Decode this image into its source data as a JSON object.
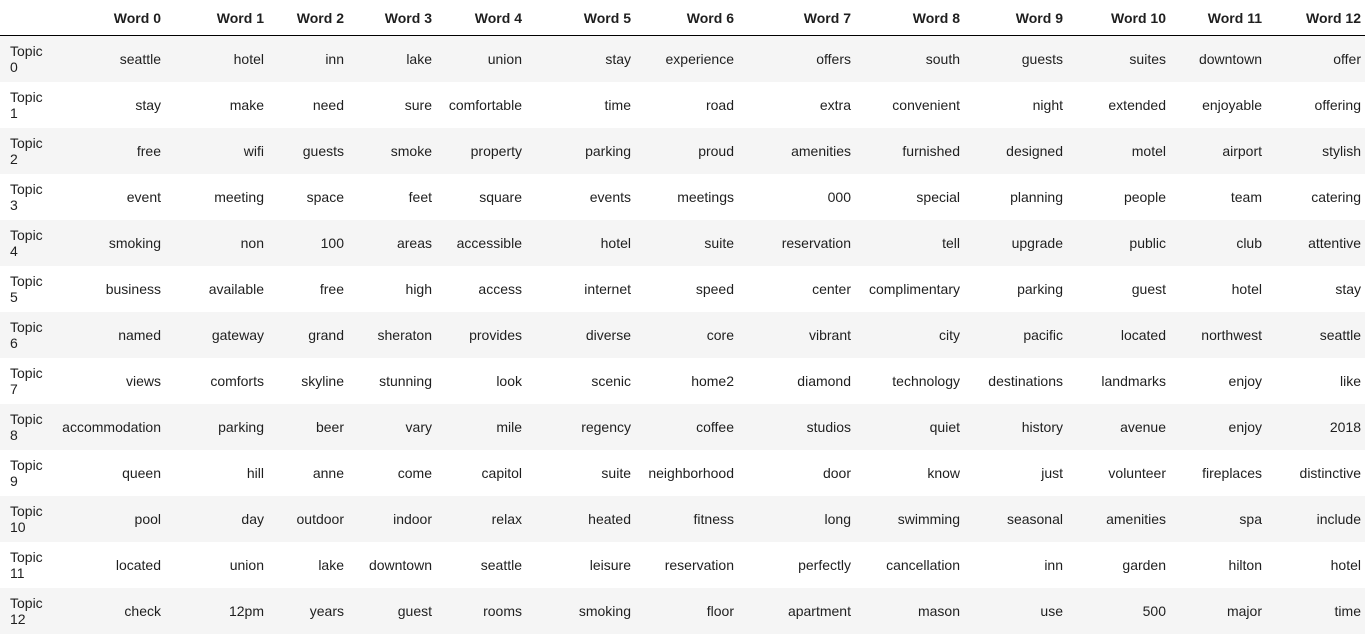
{
  "columns": [
    "Word 0",
    "Word 1",
    "Word 2",
    "Word 3",
    "Word 4",
    "Word 5",
    "Word 6",
    "Word 7",
    "Word 8",
    "Word 9",
    "Word 10",
    "Word 11",
    "Word 12"
  ],
  "rows": [
    {
      "topic_line1": "Topic",
      "topic_line2": "0",
      "words": [
        "seattle",
        "hotel",
        "inn",
        "lake",
        "union",
        "stay",
        "experience",
        "offers",
        "south",
        "guests",
        "suites",
        "downtown",
        "offer"
      ]
    },
    {
      "topic_line1": "Topic",
      "topic_line2": "1",
      "words": [
        "stay",
        "make",
        "need",
        "sure",
        "comfortable",
        "time",
        "road",
        "extra",
        "convenient",
        "night",
        "extended",
        "enjoyable",
        "offering"
      ]
    },
    {
      "topic_line1": "Topic",
      "topic_line2": "2",
      "words": [
        "free",
        "wifi",
        "guests",
        "smoke",
        "property",
        "parking",
        "proud",
        "amenities",
        "furnished",
        "designed",
        "motel",
        "airport",
        "stylish"
      ]
    },
    {
      "topic_line1": "Topic",
      "topic_line2": "3",
      "words": [
        "event",
        "meeting",
        "space",
        "feet",
        "square",
        "events",
        "meetings",
        "000",
        "special",
        "planning",
        "people",
        "team",
        "catering"
      ]
    },
    {
      "topic_line1": "Topic",
      "topic_line2": "4",
      "words": [
        "smoking",
        "non",
        "100",
        "areas",
        "accessible",
        "hotel",
        "suite",
        "reservation",
        "tell",
        "upgrade",
        "public",
        "club",
        "attentive"
      ]
    },
    {
      "topic_line1": "Topic",
      "topic_line2": "5",
      "words": [
        "business",
        "available",
        "free",
        "high",
        "access",
        "internet",
        "speed",
        "center",
        "complimentary",
        "parking",
        "guest",
        "hotel",
        "stay"
      ]
    },
    {
      "topic_line1": "Topic",
      "topic_line2": "6",
      "words": [
        "named",
        "gateway",
        "grand",
        "sheraton",
        "provides",
        "diverse",
        "core",
        "vibrant",
        "city",
        "pacific",
        "located",
        "northwest",
        "seattle"
      ]
    },
    {
      "topic_line1": "Topic",
      "topic_line2": "7",
      "words": [
        "views",
        "comforts",
        "skyline",
        "stunning",
        "look",
        "scenic",
        "home2",
        "diamond",
        "technology",
        "destinations",
        "landmarks",
        "enjoy",
        "like"
      ]
    },
    {
      "topic_line1": "Topic",
      "topic_line2": "8",
      "words": [
        "accommodation",
        "parking",
        "beer",
        "vary",
        "mile",
        "regency",
        "coffee",
        "studios",
        "quiet",
        "history",
        "avenue",
        "enjoy",
        "2018"
      ]
    },
    {
      "topic_line1": "Topic",
      "topic_line2": "9",
      "words": [
        "queen",
        "hill",
        "anne",
        "come",
        "capitol",
        "suite",
        "neighborhood",
        "door",
        "know",
        "just",
        "volunteer",
        "fireplaces",
        "distinctive"
      ]
    },
    {
      "topic_line1": "Topic",
      "topic_line2": "10",
      "words": [
        "pool",
        "day",
        "outdoor",
        "indoor",
        "relax",
        "heated",
        "fitness",
        "long",
        "swimming",
        "seasonal",
        "amenities",
        "spa",
        "include"
      ]
    },
    {
      "topic_line1": "Topic",
      "topic_line2": "11",
      "words": [
        "located",
        "union",
        "lake",
        "downtown",
        "seattle",
        "leisure",
        "reservation",
        "perfectly",
        "cancellation",
        "inn",
        "garden",
        "hilton",
        "hotel"
      ]
    },
    {
      "topic_line1": "Topic",
      "topic_line2": "12",
      "words": [
        "check",
        "12pm",
        "years",
        "guest",
        "rooms",
        "smoking",
        "floor",
        "apartment",
        "mason",
        "use",
        "500",
        "major",
        "time"
      ]
    }
  ]
}
